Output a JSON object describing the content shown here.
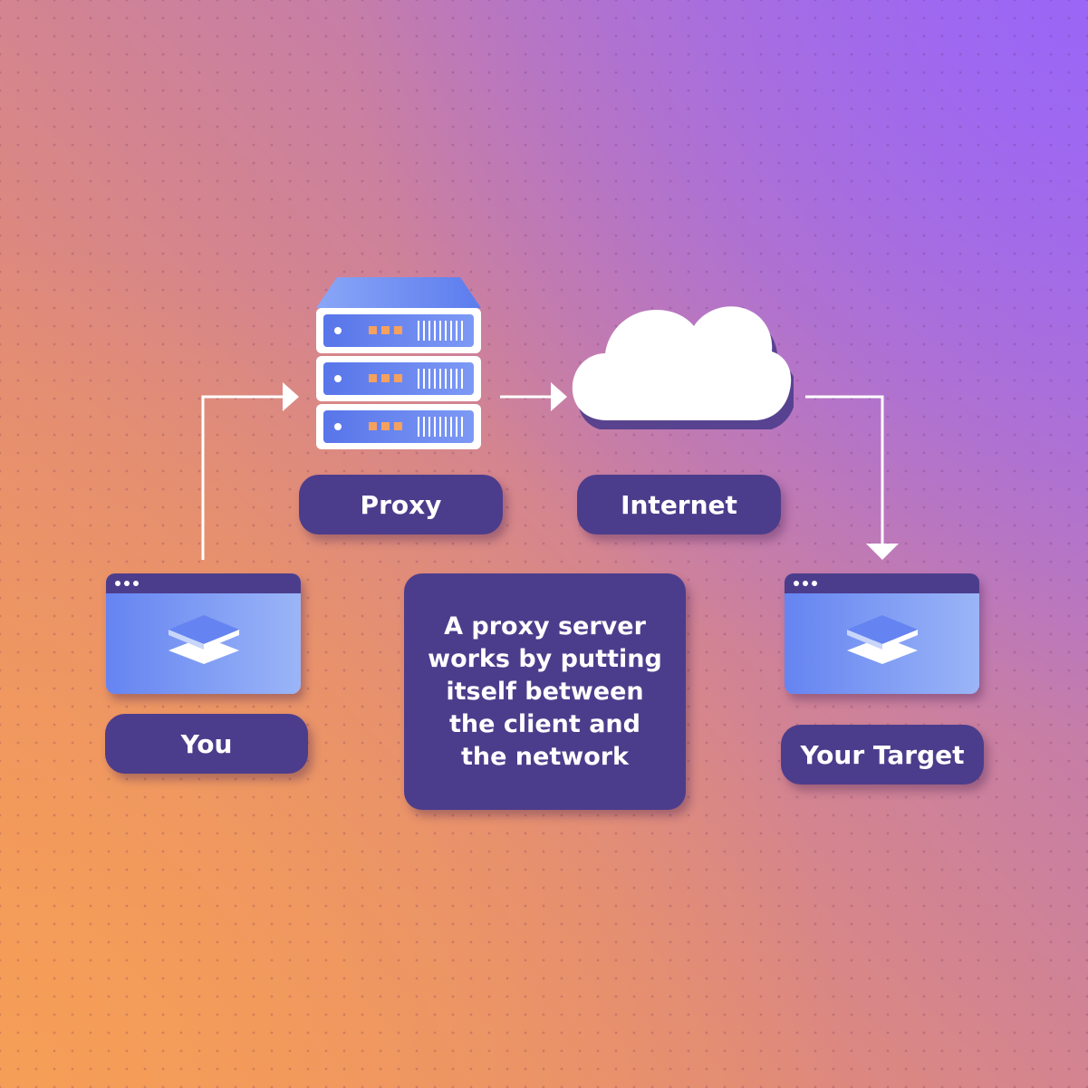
{
  "nodes": {
    "proxy": "Proxy",
    "internet": "Internet",
    "you": "You",
    "target": "Your Target"
  },
  "description": "A proxy server works by putting itself between the client and the network",
  "colors": {
    "pill": "#4c3d8c",
    "arrow": "#ffffff",
    "server": "#6584f1",
    "cloud": "#ffffff",
    "background_warm": "#f59e57",
    "background_cool": "#9b66f5"
  },
  "icons": [
    "server-icon",
    "cloud-icon",
    "browser-window-icon",
    "layers-icon"
  ]
}
